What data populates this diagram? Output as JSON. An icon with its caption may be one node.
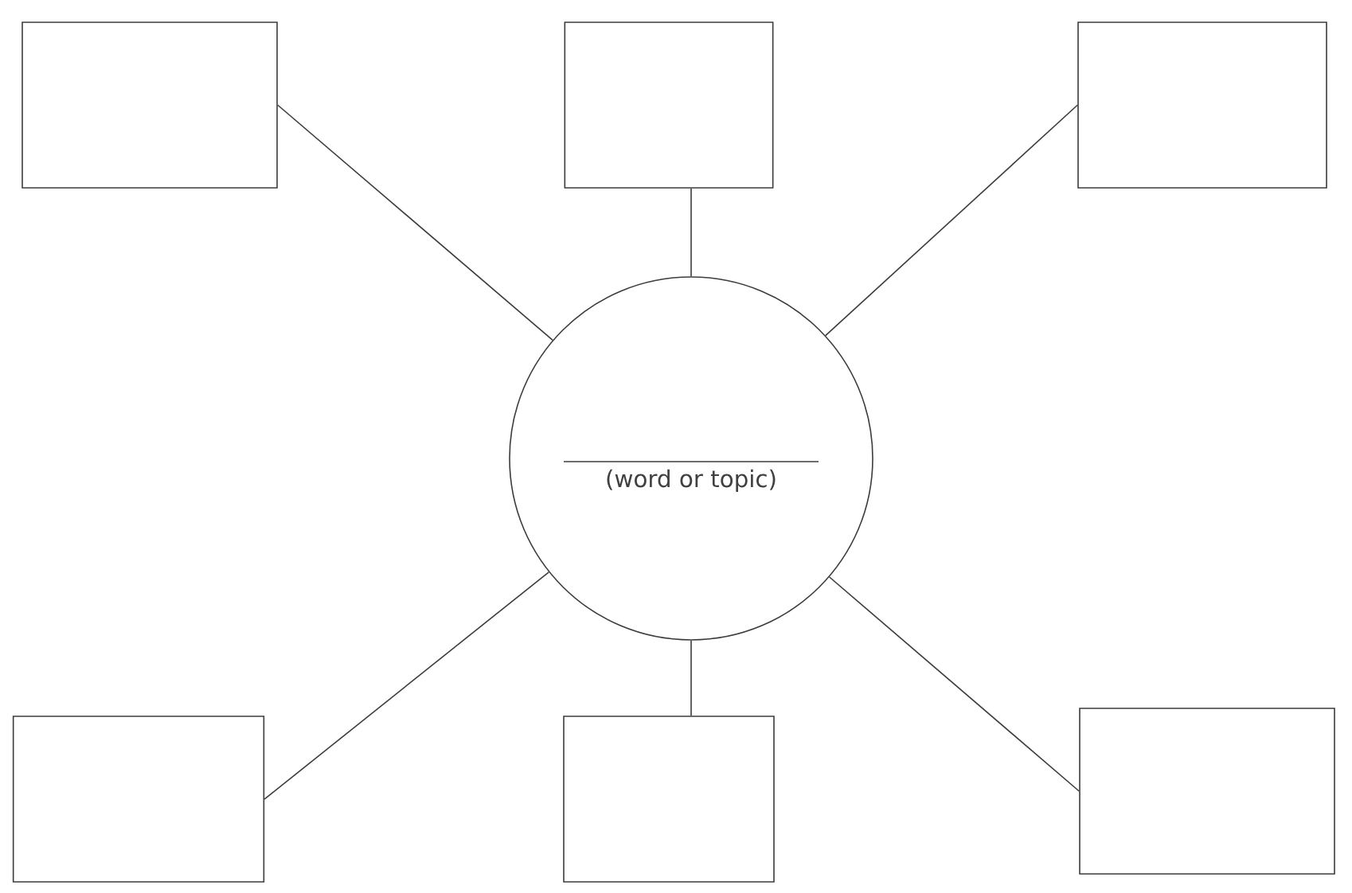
{
  "diagram": {
    "nodes": [
      {
        "text": [],
        "shape": "box"
      },
      {
        "text": [],
        "shape": "box"
      },
      {
        "text": [],
        "shape": "box"
      },
      {
        "text": [
          "(word or topic)"
        ]
      },
      {
        "text": [],
        "shape": "box"
      },
      {
        "text": [],
        "shape": "box"
      },
      {
        "text": [],
        "shape": "box"
      }
    ],
    "edges": [
      {
        "from": 3,
        "to": 0,
        "arrow": "none"
      },
      {
        "from": 3,
        "to": 1,
        "arrow": "none"
      },
      {
        "from": 3,
        "to": 2,
        "arrow": "none"
      },
      {
        "from": 3,
        "to": 4,
        "arrow": "none"
      },
      {
        "from": 3,
        "to": 5,
        "arrow": "none"
      },
      {
        "from": 3,
        "to": 6,
        "arrow": "none"
      }
    ]
  }
}
